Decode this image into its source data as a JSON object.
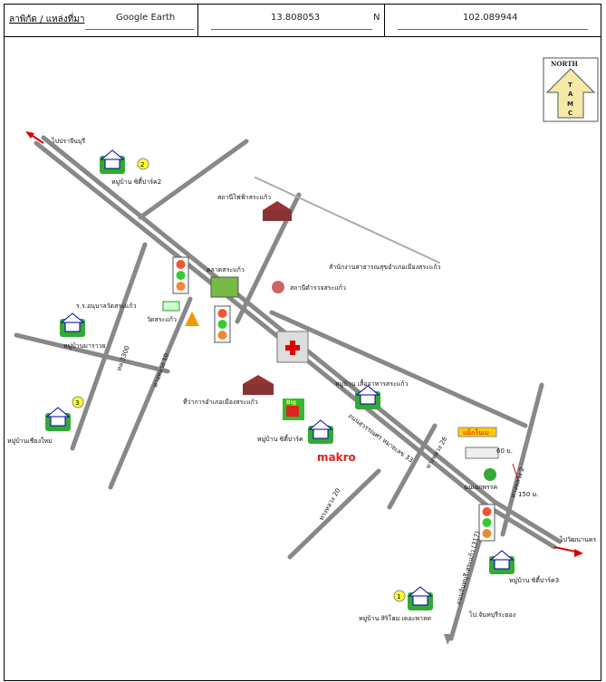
{
  "header": {
    "label": "ลาพิกัด / แหล่งที่มา",
    "source": "Google Earth",
    "latitude": "13.808053",
    "lat_dir": "N",
    "longitude": "102.089944"
  },
  "compass": {
    "text": "NORTH",
    "letters": [
      "T",
      "A",
      "M",
      "C"
    ]
  },
  "places": {
    "to_prachin": "ไปปราจีนบุรี",
    "village_city2": "หมู่บ้าน ซิตี้ปาร์ค2",
    "power_station": "สถานีไฟฟ้าสระแก้ว",
    "health_office": "สำนักงานสาธารณสุขอำเภอเมืองสระแก้ว",
    "market": "ตลาดสระแก้ว",
    "police": "สถานีตำรวจสระแก้ว",
    "school": "ร.ร.อนุบาลวัดสระแก้ว",
    "temple": "วัดสระแก้ว",
    "village_marawat": "หมู่บ้านมาราวย",
    "district_office": "ที่ว่าการอำเภอเมืองสระแก้ว",
    "village_suea": "หมู่บ้าน เสื้ออาหารสระแก้ว",
    "village_city": "หมู่บ้าน ซิตี้ปาร์ค",
    "village_chiang": "หมู่บ้านเชียงใหม่",
    "makro": "makro",
    "bigc": "Big",
    "seven": "แม็กโนเม",
    "dist_60": "60 ม.",
    "dist_150": "150 ม.",
    "depot": "ฉนเอกพรรค",
    "to_watthana": "ไปวัฒนานคร",
    "village_city3": "หมู่บ้าน ซิตี้ปาร์ค3",
    "village_siri": "หมู่บ้าน สิริโฮม เดอะพาลท",
    "to_chanthaburi": "ไป.จันทบุรีระยอง",
    "road_10": "ทางหลวง 10",
    "road_33": "ถนนสุวรรณศร หมายเลข 33",
    "road_20": "ทางหลวง 20",
    "road_26": "ทางหลวง 26",
    "road_2": "ทางหลวง 2",
    "road_317": "ถนนจันทบุรี-สระแก้ว (317)",
    "road_3300": "ทล.3300",
    "num1": "1",
    "num2": "2",
    "num3": "3"
  }
}
